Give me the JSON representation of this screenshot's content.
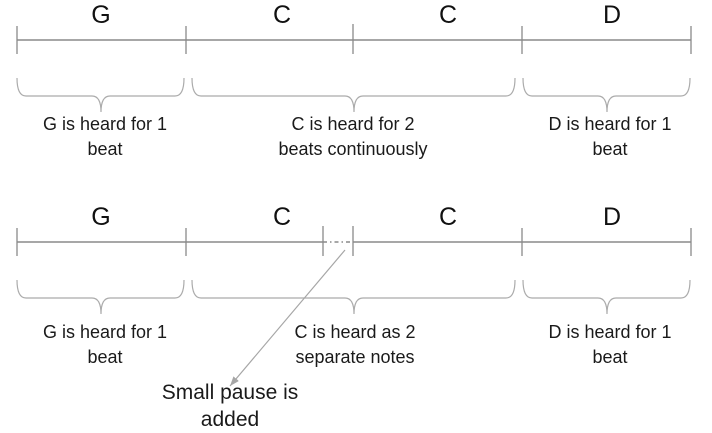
{
  "colors": {
    "line": "#8a8a8a",
    "brace": "#ababab",
    "arrow": "#a6a6a6",
    "text": "#1a1a1a"
  },
  "top_diagram": {
    "chords": [
      "G",
      "C",
      "C",
      "D"
    ],
    "captions": [
      {
        "line1": "G is heard for 1",
        "line2": "beat"
      },
      {
        "line1": "C is heard for 2",
        "line2": "beats continuously"
      },
      {
        "line1": "D is heard for 1",
        "line2": "beat"
      }
    ]
  },
  "bottom_diagram": {
    "chords": [
      "G",
      "C",
      "C",
      "D"
    ],
    "captions": [
      {
        "line1": "G is heard for 1",
        "line2": "beat"
      },
      {
        "line1": "C is heard as 2",
        "line2": "separate notes"
      },
      {
        "line1": "D is heard for 1",
        "line2": "beat"
      }
    ],
    "annotation": {
      "line1": "Small pause is",
      "line2": "added"
    }
  }
}
